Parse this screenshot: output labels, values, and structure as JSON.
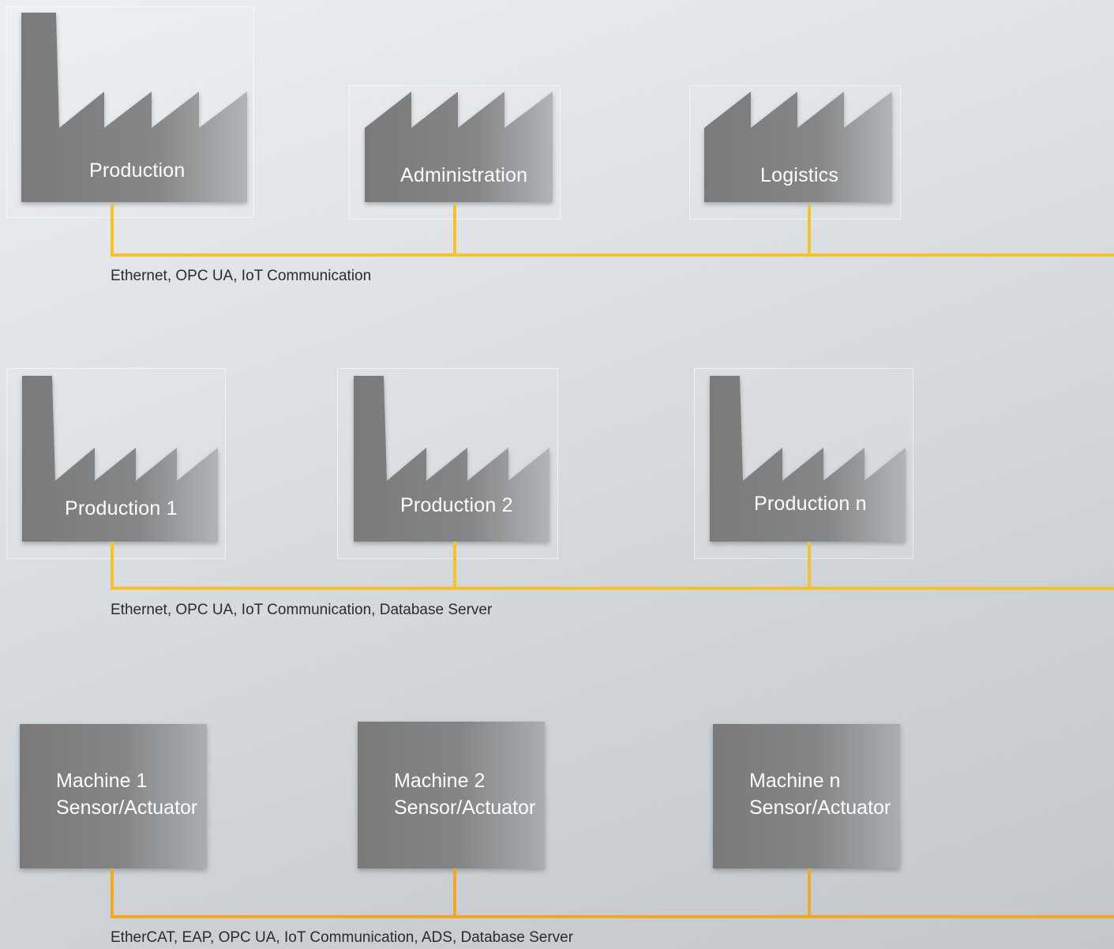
{
  "colors": {
    "bus_line": "#f5c22a",
    "bus_line_lower": "#f3a821",
    "building_dark": "#7b7b7b",
    "building_light": "#adb2b5",
    "label_text": "#ffffff",
    "caption_text": "#2b2b2b"
  },
  "levels": [
    {
      "nodes": [
        {
          "label": "Production",
          "icon": "factory-with-chimney-icon"
        },
        {
          "label": "Administration",
          "icon": "factory-icon"
        },
        {
          "label": "Logistics",
          "icon": "factory-icon"
        }
      ],
      "bus_label": "Ethernet, OPC UA, IoT Communication"
    },
    {
      "nodes": [
        {
          "label": "Production 1",
          "icon": "factory-with-chimney-icon"
        },
        {
          "label": "Production 2",
          "icon": "factory-with-chimney-icon"
        },
        {
          "label": "Production n",
          "icon": "factory-with-chimney-icon"
        }
      ],
      "bus_label": "Ethernet, OPC UA, IoT Communication, Database Server"
    },
    {
      "nodes": [
        {
          "label_line1": "Machine 1",
          "label_line2": "Sensor/Actuator"
        },
        {
          "label_line1": "Machine 2",
          "label_line2": "Sensor/Actuator"
        },
        {
          "label_line1": "Machine n",
          "label_line2": "Sensor/Actuator"
        }
      ],
      "bus_label": "EtherCAT, EAP, OPC UA, IoT Communication, ADS, Database Server"
    }
  ]
}
